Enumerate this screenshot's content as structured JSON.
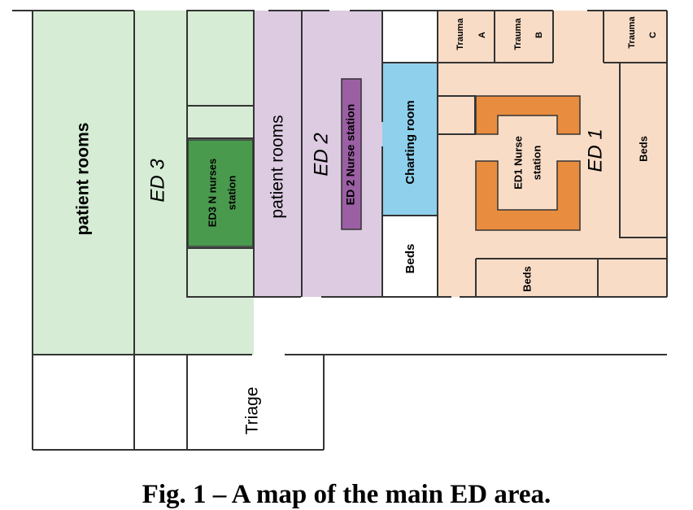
{
  "map": {
    "ed3": {
      "patient_rooms": "patient rooms",
      "zone_label": "ED 3",
      "nurses_station_line1": "ED3 N nurses",
      "nurses_station_line2": "station"
    },
    "ed2": {
      "patient_rooms": "patient rooms",
      "zone_label": "ED 2",
      "nurse_station": "ED 2 Nurse station"
    },
    "charting_room": "Charting room",
    "beds_left": "Beds",
    "ed1": {
      "zone_label": "ED 1",
      "nurse_station_line1": "ED1 Nurse",
      "nurse_station_line2": "station",
      "beds_right": "Beds",
      "beds_bottom": "Beds",
      "trauma_a_line1": "Trauma",
      "trauma_a_line2": "A",
      "trauma_b_line1": "Trauma",
      "trauma_b_line2": "B",
      "trauma_c_line1": "Trauma",
      "trauma_c_line2": "C"
    },
    "triage": "Triage"
  },
  "caption": "Fig. 1 – A map of the main ED area.",
  "colors": {
    "ed3_zone": "#d6ecd5",
    "ed3_station": "#4a9a4e",
    "ed2_zone": "#dccbe1",
    "ed2_station": "#9b5fa3",
    "charting_room": "#8fd0ec",
    "ed1_zone": "#f9dcc6",
    "ed1_station": "#e88d3f",
    "walls": "#333333"
  }
}
